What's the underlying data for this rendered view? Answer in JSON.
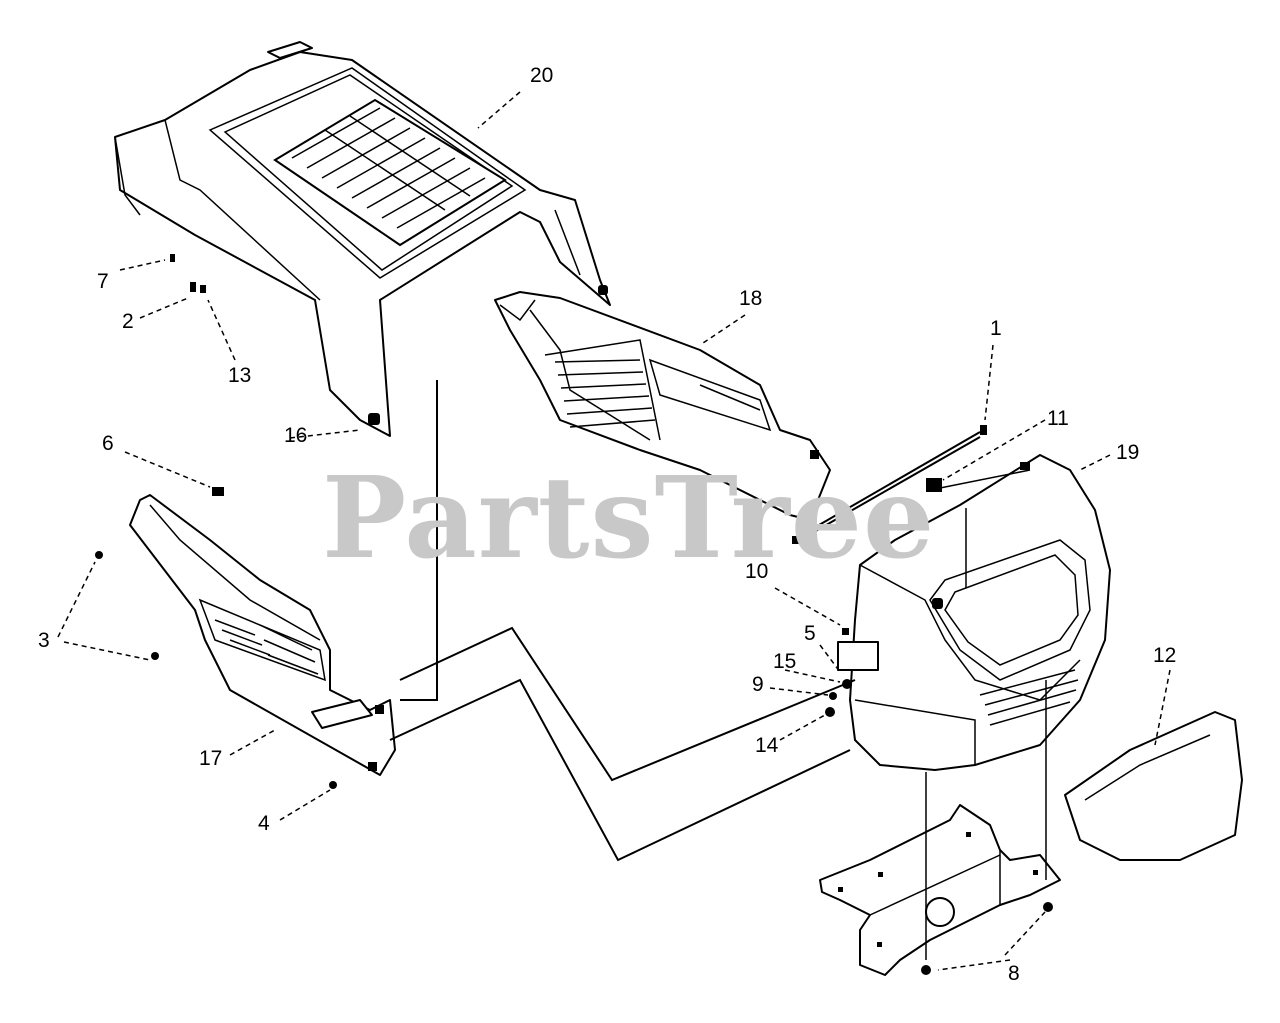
{
  "watermark": "PartsTree",
  "callouts": [
    {
      "id": "c1",
      "label": "1"
    },
    {
      "id": "c2",
      "label": "2"
    },
    {
      "id": "c3",
      "label": "3"
    },
    {
      "id": "c4",
      "label": "4"
    },
    {
      "id": "c5",
      "label": "5"
    },
    {
      "id": "c6",
      "label": "6"
    },
    {
      "id": "c7",
      "label": "7"
    },
    {
      "id": "c8",
      "label": "8"
    },
    {
      "id": "c9",
      "label": "9"
    },
    {
      "id": "c10",
      "label": "10"
    },
    {
      "id": "c11",
      "label": "11"
    },
    {
      "id": "c12",
      "label": "12"
    },
    {
      "id": "c13",
      "label": "13"
    },
    {
      "id": "c14",
      "label": "14"
    },
    {
      "id": "c15",
      "label": "15"
    },
    {
      "id": "c16",
      "label": "16"
    },
    {
      "id": "c17",
      "label": "17"
    },
    {
      "id": "c18",
      "label": "18"
    },
    {
      "id": "c19",
      "label": "19"
    },
    {
      "id": "c20",
      "label": "20"
    }
  ]
}
